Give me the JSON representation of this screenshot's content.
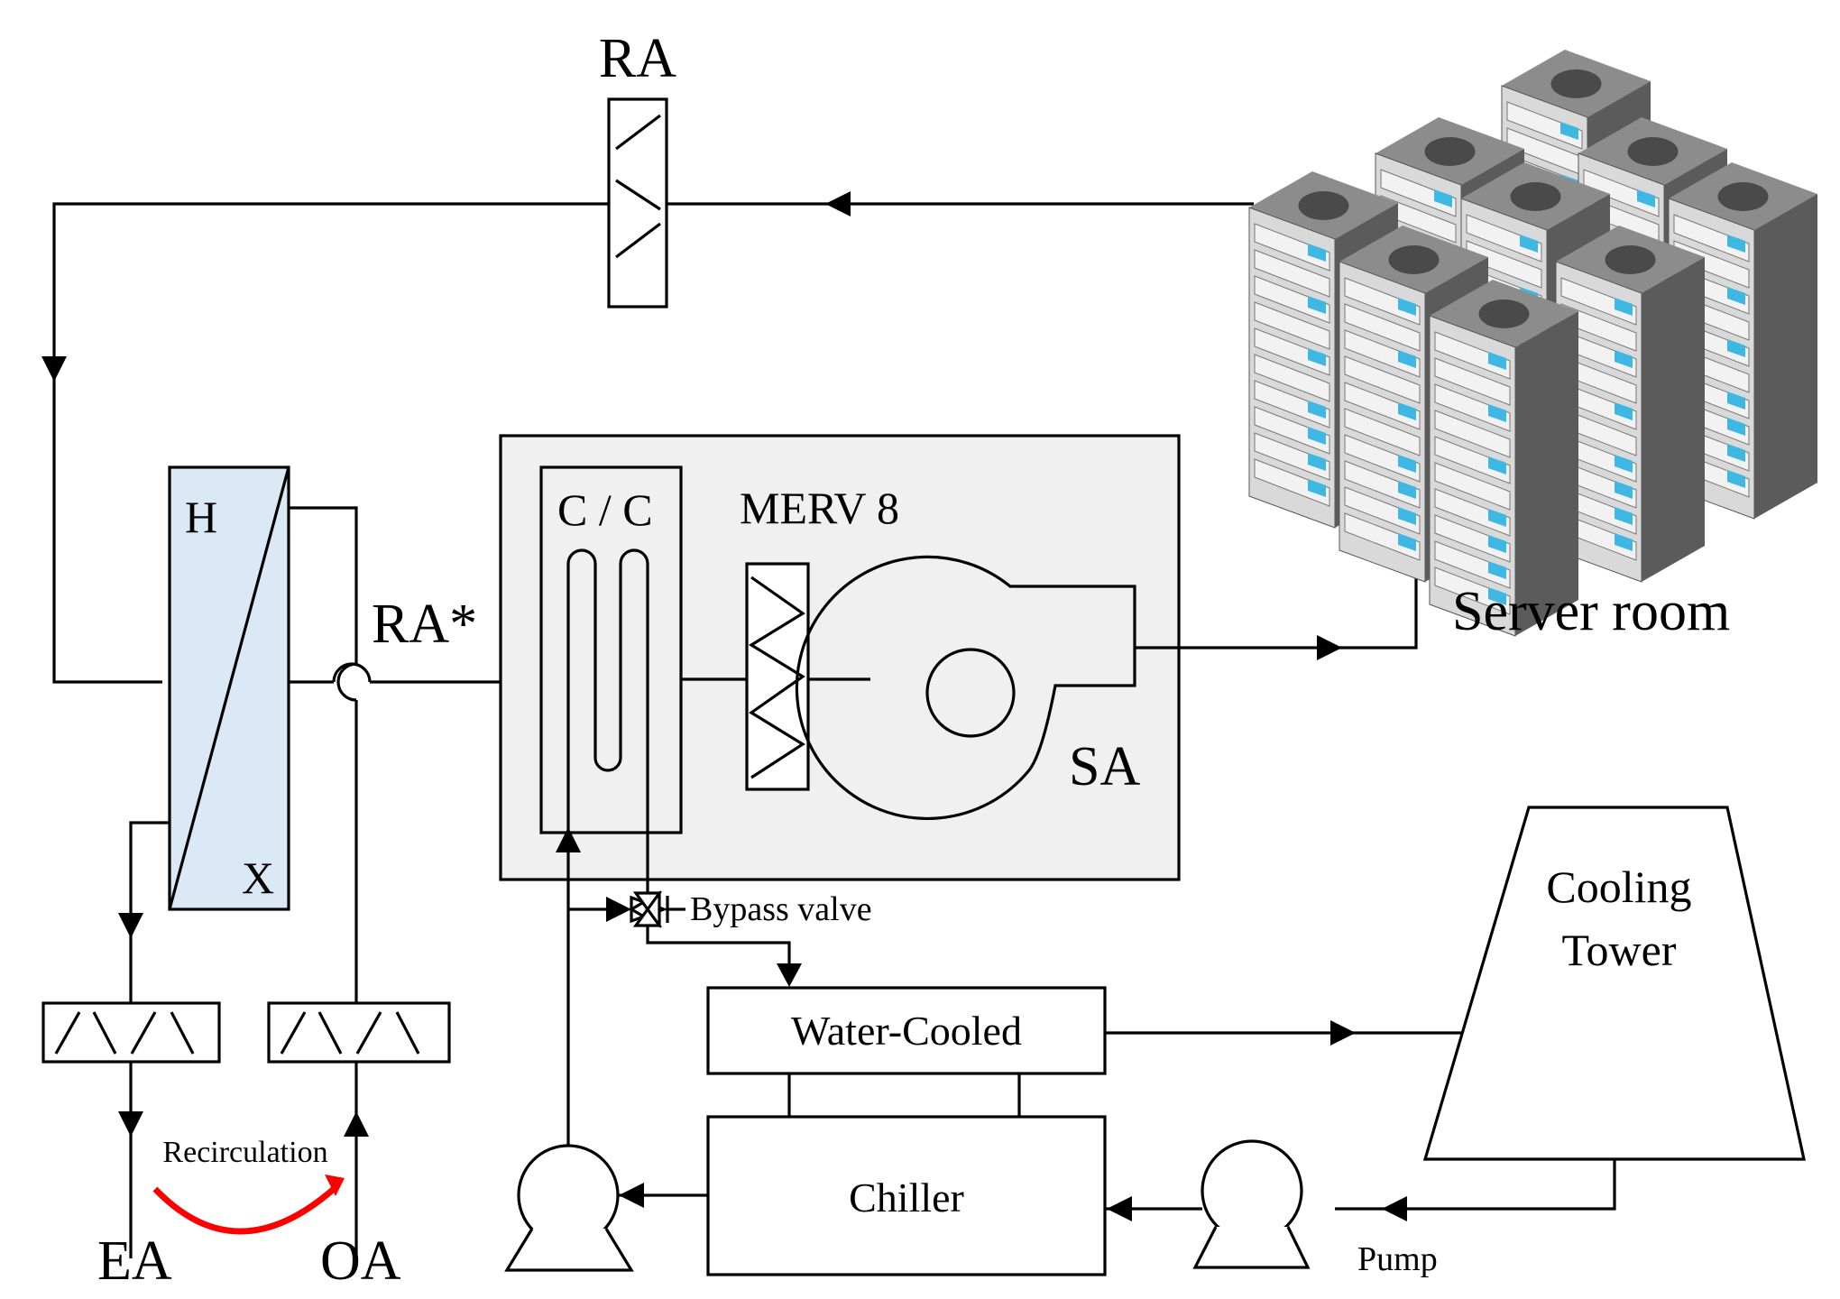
{
  "labels": {
    "ra_top": "RA",
    "hx_h": "H",
    "hx_x": "X",
    "ra_star": "RA*",
    "coil": "C / C",
    "filter": "MERV 8",
    "sa": "SA",
    "server_room": "Server room",
    "bypass_valve": "Bypass valve",
    "cooling_tower_1": "Cooling",
    "cooling_tower_2": "Tower",
    "water_cooled": "Water-Cooled",
    "chiller": "Chiller",
    "pump": "Pump",
    "recirculation": "Recirculation",
    "ea": "EA",
    "oa": "OA"
  },
  "colors": {
    "hx_fill": "#dbe9f6",
    "ahu_fill": "#f0f0f0",
    "recirc": "#ff0000",
    "rack_side": "#5b5b5b",
    "rack_front": "#d9d9d9",
    "rack_top": "#8c8c8c",
    "rack_led": "#3fb7e3"
  }
}
